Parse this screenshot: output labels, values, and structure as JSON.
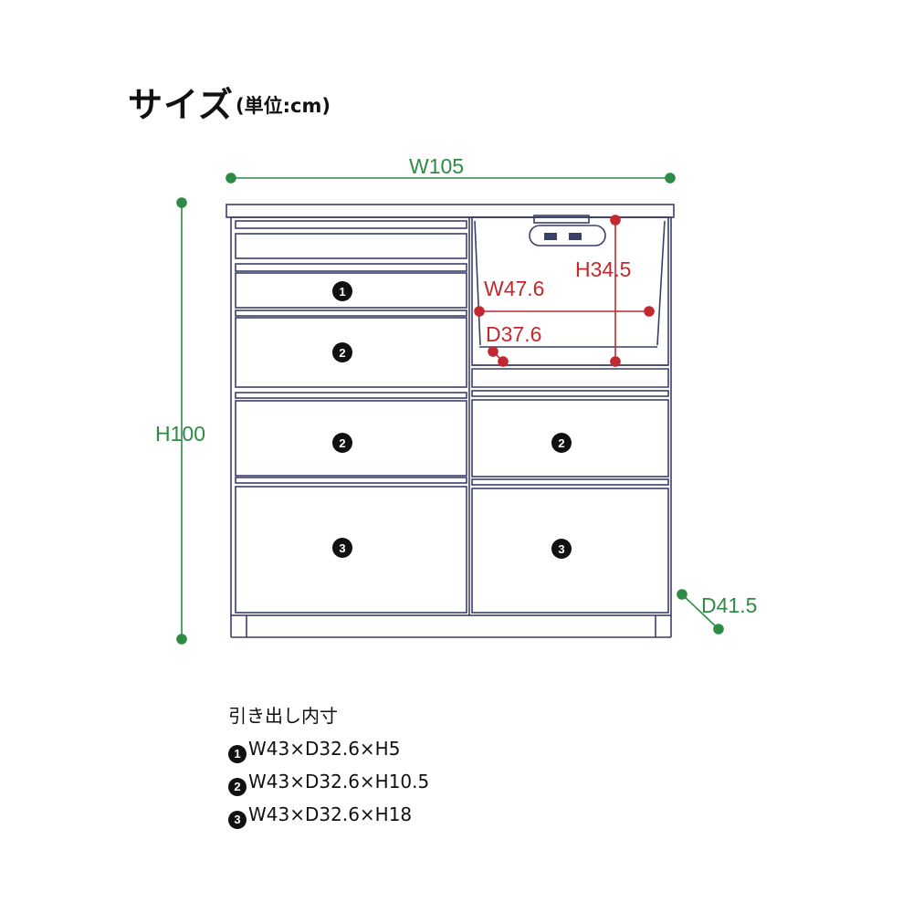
{
  "title": "サイズ",
  "unit": "(単位:cm)",
  "dimensions": {
    "width": "W105",
    "height": "H100",
    "depth": "D41.5",
    "inner_width": "W47.6",
    "inner_height": "H34.5",
    "inner_depth": "D37.6"
  },
  "drawer_markers": {
    "d1": "1",
    "d2": "2",
    "d3": "3"
  },
  "notes": {
    "heading": "引き出し内寸",
    "items": [
      {
        "num": "1",
        "text": "W43×D32.6×H5"
      },
      {
        "num": "2",
        "text": "W43×D32.6×H10.5"
      },
      {
        "num": "3",
        "text": "W43×D32.6×H18"
      }
    ]
  },
  "colors": {
    "outline": "#3b3f6b",
    "dimension_green": "#2e8b45",
    "dimension_red": "#c2292e"
  }
}
